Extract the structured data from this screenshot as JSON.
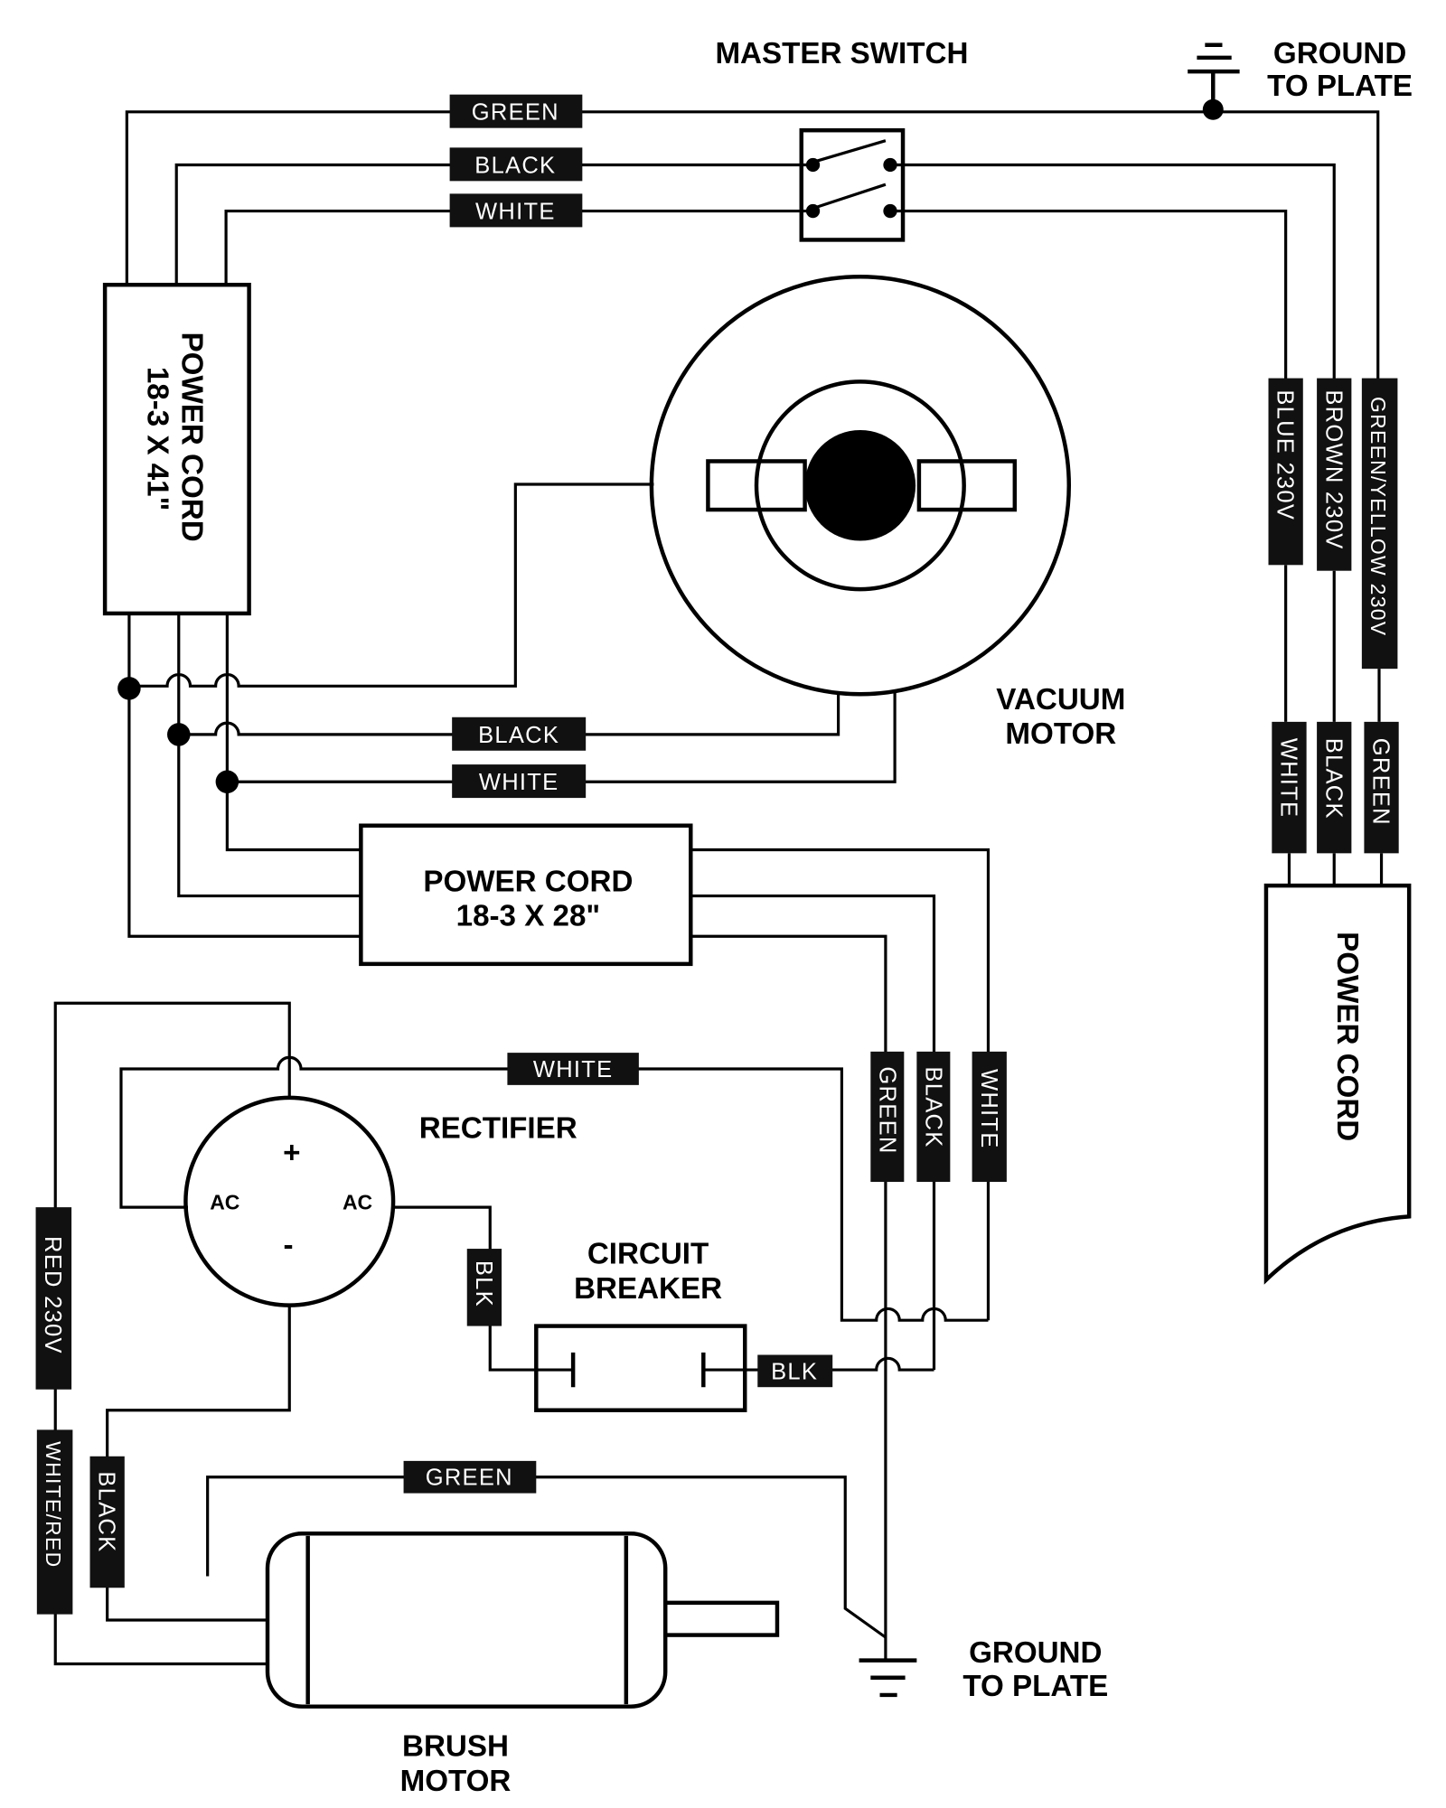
{
  "titles": {
    "master_switch": "MASTER SWITCH",
    "ground_top_1": "GROUND",
    "ground_top_2": "TO PLATE",
    "cord41_1": "POWER CORD",
    "cord41_2": "18-3 X 41\"",
    "vacuum_1": "VACUUM",
    "vacuum_2": "MOTOR",
    "cord28_1": "POWER CORD",
    "cord28_2": "18-3 X 28\"",
    "power_cord": "POWER CORD",
    "rectifier": "RECTIFIER",
    "ac_left": "AC",
    "ac_right": "AC",
    "plus": "+",
    "minus": "-",
    "breaker_1": "CIRCUIT",
    "breaker_2": "BREAKER",
    "ground_bottom_1": "GROUND",
    "ground_bottom_2": "TO PLATE",
    "brush_1": "BRUSH",
    "brush_2": "MOTOR"
  },
  "wire_labels": {
    "green_top": "GREEN",
    "black_top": "BLACK",
    "white_top": "WHITE",
    "blue_230": "BLUE  230V",
    "brown_230": "BROWN  230V",
    "green_yellow_230": "GREEN/YELLOW 230V",
    "white_right": "WHITE",
    "black_right": "BLACK",
    "green_right": "GREEN",
    "black_mid": "BLACK",
    "white_mid": "WHITE",
    "white_rect": "WHITE",
    "green_v": "GREEN",
    "black_v": "BLACK",
    "white_v": "WHITE",
    "red_230": "RED  230V",
    "white_red": "WHITE/RED",
    "blk_1": "BLK",
    "blk_2": "BLK",
    "black_left": "BLACK",
    "green_bottom": "GREEN"
  }
}
